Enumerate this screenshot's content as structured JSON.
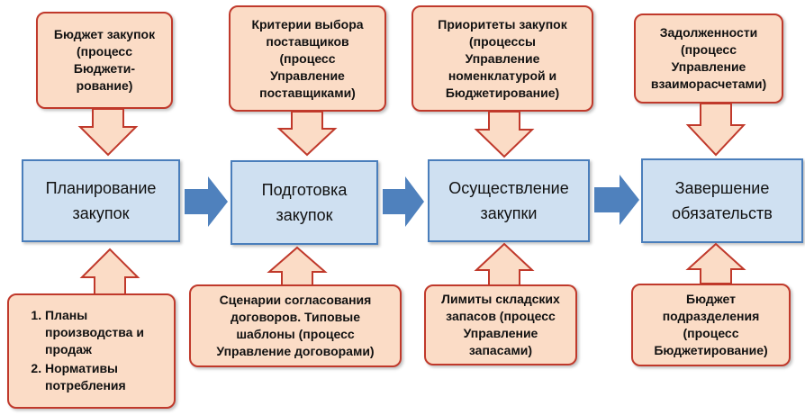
{
  "top_inputs": [
    {
      "text": "Бюджет закупок\n(процесс\nБюджети-\nрование)"
    },
    {
      "text": "Критерии выбора\nпоставщиков\n(процесс\nУправление\nпоставщиками)"
    },
    {
      "text": "Приоритеты закупок\n(процессы\nУправление\nноменклатурой и\nБюджетирование)"
    },
    {
      "text": "Задолженности\n(процесс\nУправление\nвзаиморасчетами)"
    }
  ],
  "processes": [
    {
      "text": "Планирование\nзакупок"
    },
    {
      "text": "Подготовка\nзакупок"
    },
    {
      "text": "Осуществление\nзакупки"
    },
    {
      "text": "Завершение\nобязательств"
    }
  ],
  "bottom_inputs": [
    {
      "items": [
        "Планы производства и продаж",
        "Нормативы потребления"
      ]
    },
    {
      "text": "Сценарии согласования\nдоговоров. Типовые\nшаблоны (процесс\nУправление договорами)"
    },
    {
      "text": "Лимиты складских\nзапасов (процесс\nУправление\nзапасами)"
    },
    {
      "text": "Бюджет\nподразделения\n(процесс\nБюджетирование)"
    }
  ],
  "colors": {
    "input_fill": "#fbdcc6",
    "input_border": "#c0392b",
    "process_fill": "#cfe0f1",
    "process_border": "#4a7ebb",
    "flow_arrow": "#4f81bd"
  }
}
